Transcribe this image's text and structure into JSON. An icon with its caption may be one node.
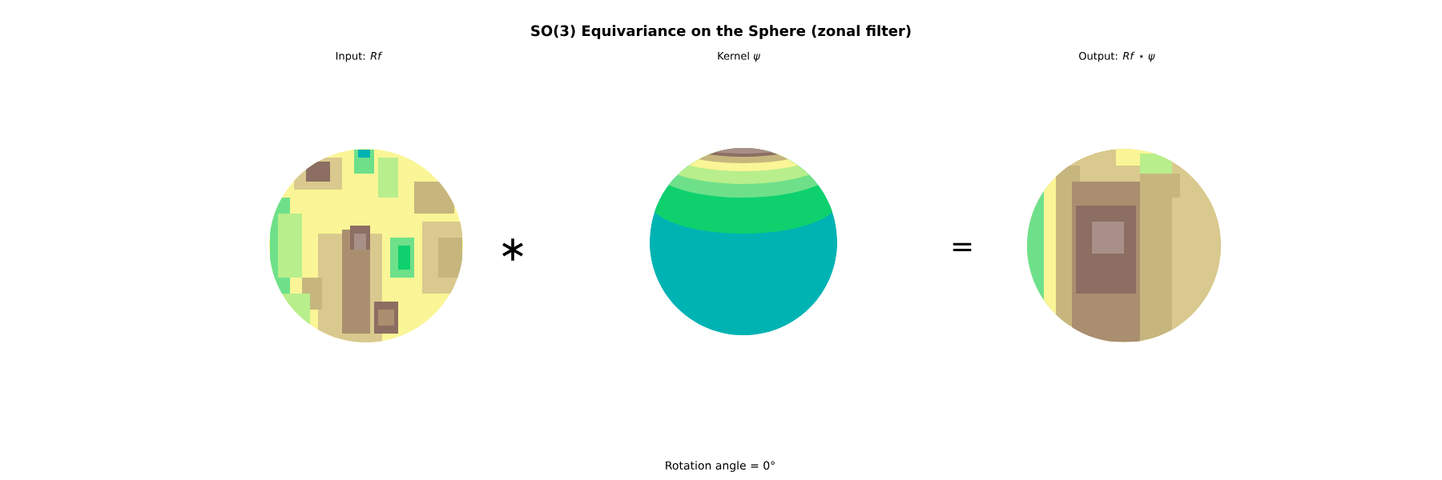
{
  "diagram": {
    "title": "SO(3) Equivariance on the Sphere (zonal filter)",
    "labels": [
      "Input: *Rf*",
      "Kernel *ψ*",
      "Output: *Rf* ⋆ *ψ*",
      "∗",
      "=",
      "Rotation angle = 0°"
    ]
  }
}
